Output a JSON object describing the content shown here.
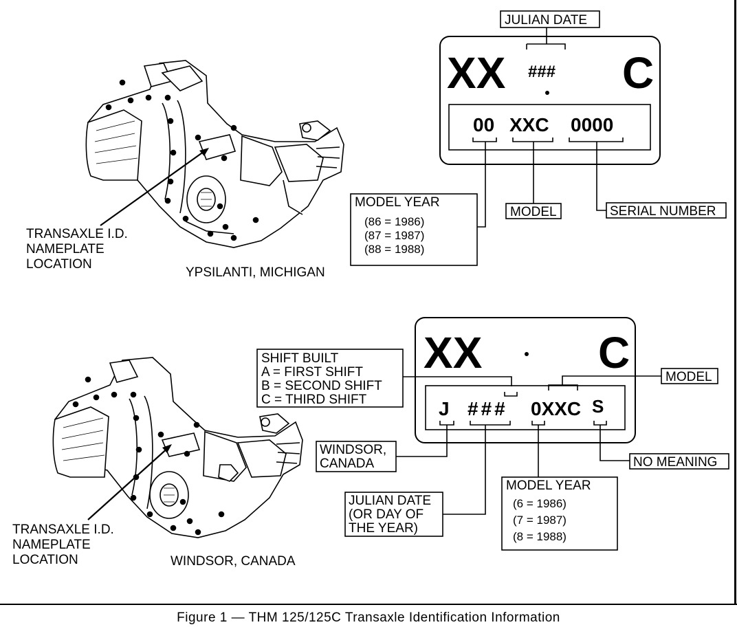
{
  "top": {
    "plate": {
      "left_code": "XX",
      "right_code": "C",
      "julian_marks": "###",
      "model_year_code": "00",
      "model_code": "XXC",
      "serial_code": "0000"
    },
    "labels": {
      "julian_date": "JULIAN DATE",
      "model": "MODEL",
      "serial_number": "SERIAL NUMBER",
      "model_year_title": "MODEL YEAR",
      "model_year_lines": [
        "(86  =  1986)",
        "(87  =  1987)",
        "(88  =  1988)"
      ],
      "nameplate_lines": [
        "TRANSAXLE I.D.",
        "NAMEPLATE",
        "LOCATION"
      ],
      "plant": "YPSILANTI, MICHIGAN"
    }
  },
  "bottom": {
    "plate": {
      "left_code": "XX",
      "right_code": "C",
      "plant_code": "J",
      "julian_marks": "###",
      "model_code": "0XXC",
      "suffix_code": "S"
    },
    "labels": {
      "shift_title": "SHIFT BUILT",
      "shift_lines": [
        "A  =  FIRST SHIFT",
        "B  =  SECOND SHIFT",
        "C  =  THIRD SHIFT"
      ],
      "model": "MODEL",
      "windsor_lines": [
        "WINDSOR,",
        "CANADA"
      ],
      "no_meaning": "NO MEANING",
      "julian_lines": [
        "JULIAN DATE",
        "(OR DAY OF",
        "THE YEAR)"
      ],
      "model_year_title": "MODEL YEAR",
      "model_year_lines": [
        "(6  =  1986)",
        "(7  =  1987)",
        "(8  =  1988)"
      ],
      "nameplate_lines": [
        "TRANSAXLE I.D.",
        "NAMEPLATE",
        "LOCATION"
      ],
      "plant": "WINDSOR, CANADA"
    }
  },
  "caption": "Figure 1 — THM 125/125C Transaxle Identification Information"
}
